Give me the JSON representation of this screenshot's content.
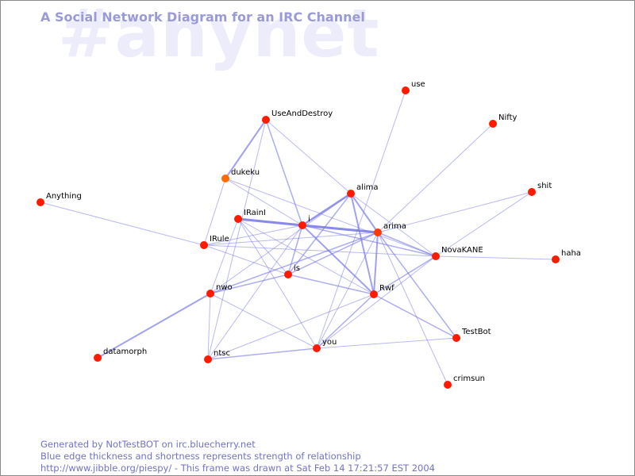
{
  "watermark": "#anynet",
  "title": "A Social Network Diagram for an IRC Channel",
  "colors": {
    "edge": "#7a7ae8",
    "node": "#ff1a00",
    "node_alt": "#ff6a00",
    "text_accent": "#7272c8"
  },
  "nodes": [
    {
      "id": "use",
      "label": "use",
      "color": "#ff1a00"
    },
    {
      "id": "Nifty",
      "label": "Nifty",
      "color": "#ff1a00"
    },
    {
      "id": "UseAndDestroy",
      "label": "UseAndDestroy",
      "color": "#ff1a00"
    },
    {
      "id": "dukeku",
      "label": "dukeku",
      "color": "#ff6a00"
    },
    {
      "id": "alima",
      "label": "alima",
      "color": "#ff1a00"
    },
    {
      "id": "shit",
      "label": "shit",
      "color": "#ff1a00"
    },
    {
      "id": "Anything",
      "label": "Anything",
      "color": "#ff1a00"
    },
    {
      "id": "IRainI",
      "label": "IRainI",
      "color": "#ff1a00"
    },
    {
      "id": "i",
      "label": "i",
      "color": "#ff1a00"
    },
    {
      "id": "arima",
      "label": "arima",
      "color": "#ff3a00"
    },
    {
      "id": "IRule",
      "label": "IRule",
      "color": "#ff1a00"
    },
    {
      "id": "NovaKANE",
      "label": "NovaKANE",
      "color": "#ff1a00"
    },
    {
      "id": "haha",
      "label": "haha",
      "color": "#ff1a00"
    },
    {
      "id": "is",
      "label": "is",
      "color": "#ff1a00"
    },
    {
      "id": "nwo",
      "label": "nwo",
      "color": "#ff1a00"
    },
    {
      "id": "Rwf",
      "label": "Rwf",
      "color": "#ff1a00"
    },
    {
      "id": "TestBot",
      "label": "TestBot",
      "color": "#ff1a00"
    },
    {
      "id": "datamorph",
      "label": "datamorph",
      "color": "#ff1a00"
    },
    {
      "id": "you",
      "label": "you",
      "color": "#ff1a00"
    },
    {
      "id": "ntsc",
      "label": "ntsc",
      "color": "#ff1a00"
    },
    {
      "id": "crimsun",
      "label": "crimsun",
      "color": "#ff1a00"
    }
  ],
  "edges": [
    {
      "source": "i",
      "target": "arima",
      "strength": 3
    },
    {
      "source": "IRainI",
      "target": "i",
      "strength": 3
    },
    {
      "source": "i",
      "target": "alima",
      "strength": 2.5
    },
    {
      "source": "UseAndDestroy",
      "target": "dukeku",
      "strength": 2
    },
    {
      "source": "UseAndDestroy",
      "target": "i",
      "strength": 1.5
    },
    {
      "source": "UseAndDestroy",
      "target": "alima",
      "strength": 1
    },
    {
      "source": "UseAndDestroy",
      "target": "ntsc",
      "strength": 1
    },
    {
      "source": "dukeku",
      "target": "i",
      "strength": 1
    },
    {
      "source": "dukeku",
      "target": "IRule",
      "strength": 1
    },
    {
      "source": "dukeku",
      "target": "NovaKANE",
      "strength": 1
    },
    {
      "source": "alima",
      "target": "arima",
      "strength": 2
    },
    {
      "source": "alima",
      "target": "Rwf",
      "strength": 2
    },
    {
      "source": "alima",
      "target": "is",
      "strength": 1.5
    },
    {
      "source": "alima",
      "target": "NovaKANE",
      "strength": 1
    },
    {
      "source": "alima",
      "target": "nwo",
      "strength": 1
    },
    {
      "source": "i",
      "target": "Rwf",
      "strength": 2
    },
    {
      "source": "i",
      "target": "NovaKANE",
      "strength": 1.5
    },
    {
      "source": "i",
      "target": "IRule",
      "strength": 1
    },
    {
      "source": "i",
      "target": "is",
      "strength": 1.5
    },
    {
      "source": "i",
      "target": "ntsc",
      "strength": 1
    },
    {
      "source": "arima",
      "target": "Rwf",
      "strength": 2
    },
    {
      "source": "arima",
      "target": "is",
      "strength": 1.5
    },
    {
      "source": "arima",
      "target": "NovaKANE",
      "strength": 1.5
    },
    {
      "source": "arima",
      "target": "nwo",
      "strength": 1.5
    },
    {
      "source": "arima",
      "target": "TestBot",
      "strength": 1.5
    },
    {
      "source": "arima",
      "target": "crimsun",
      "strength": 1
    },
    {
      "source": "arima",
      "target": "IRule",
      "strength": 1
    },
    {
      "source": "arima",
      "target": "you",
      "strength": 1
    },
    {
      "source": "arima",
      "target": "shit",
      "strength": 1
    },
    {
      "source": "use",
      "target": "you",
      "strength": 1
    },
    {
      "source": "Nifty",
      "target": "arima",
      "strength": 1
    },
    {
      "source": "shit",
      "target": "NovaKANE",
      "strength": 1
    },
    {
      "source": "NovaKANE",
      "target": "haha",
      "strength": 1
    },
    {
      "source": "NovaKANE",
      "target": "Rwf",
      "strength": 1.5
    },
    {
      "source": "NovaKANE",
      "target": "you",
      "strength": 1
    },
    {
      "source": "NovaKANE",
      "target": "IRule",
      "strength": 1
    },
    {
      "source": "Anything",
      "target": "IRule",
      "strength": 1
    },
    {
      "source": "IRainI",
      "target": "is",
      "strength": 1
    },
    {
      "source": "IRainI",
      "target": "Rwf",
      "strength": 1
    },
    {
      "source": "IRainI",
      "target": "you",
      "strength": 1
    },
    {
      "source": "IRainI",
      "target": "nwo",
      "strength": 1
    },
    {
      "source": "is",
      "target": "Rwf",
      "strength": 1.5
    },
    {
      "source": "is",
      "target": "nwo",
      "strength": 1.5
    },
    {
      "source": "IRule",
      "target": "is",
      "strength": 1
    },
    {
      "source": "nwo",
      "target": "datamorph",
      "strength": 2
    },
    {
      "source": "nwo",
      "target": "ntsc",
      "strength": 1
    },
    {
      "source": "nwo",
      "target": "you",
      "strength": 1
    },
    {
      "source": "Rwf",
      "target": "TestBot",
      "strength": 1.5
    },
    {
      "source": "Rwf",
      "target": "you",
      "strength": 1.5
    },
    {
      "source": "Rwf",
      "target": "ntsc",
      "strength": 1
    },
    {
      "source": "you",
      "target": "TestBot",
      "strength": 1
    },
    {
      "source": "you",
      "target": "ntsc",
      "strength": 1.5
    }
  ],
  "footer": {
    "line1": "Generated by NotTestBOT on irc.bluecherry.net",
    "line2": "Blue edge thickness and shortness represents strength of relationship",
    "line3": "http://www.jibble.org/piespy/ - This frame was drawn at Sat Feb 14 17:21:57 EST 2004"
  }
}
